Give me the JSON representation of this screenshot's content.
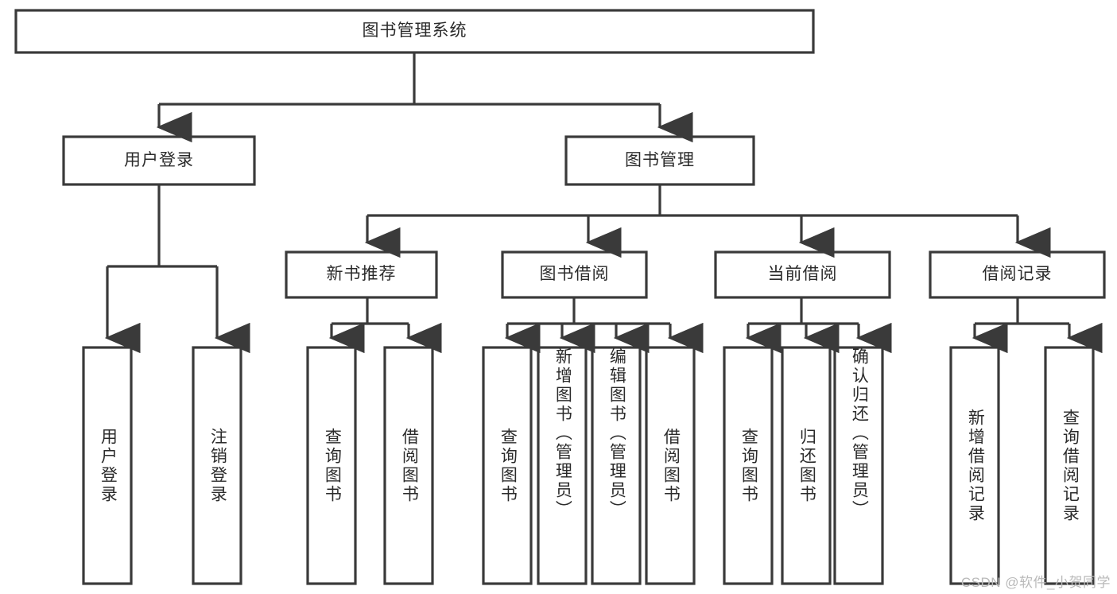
{
  "diagram": {
    "title": "图书管理系统",
    "type": "tree",
    "orientation": "top-down",
    "colors": {
      "box_stroke": "#3a3a3a",
      "box_fill": "#ffffff",
      "connector": "#3a3a3a",
      "text": "#2b2b2b",
      "watermark": "#b9b9b9",
      "background": "#ffffff"
    },
    "root": {
      "label": "图书管理系统"
    },
    "level2": [
      {
        "label": "用户登录"
      },
      {
        "label": "图书管理"
      }
    ],
    "level3": [
      {
        "label": "新书推荐"
      },
      {
        "label": "图书借阅"
      },
      {
        "label": "当前借阅"
      },
      {
        "label": "借阅记录"
      }
    ],
    "leaves": {
      "user_login": [
        {
          "label": "用户登录"
        },
        {
          "label": "注销登录"
        }
      ],
      "new_book_recommend": [
        {
          "label": "查询图书"
        },
        {
          "label": "借阅图书"
        }
      ],
      "book_borrow": [
        {
          "label": "查询图书"
        },
        {
          "label": "新增图书（管理员）"
        },
        {
          "label": "编辑图书（管理员）"
        },
        {
          "label": "借阅图书"
        }
      ],
      "current_borrow": [
        {
          "label": "查询图书"
        },
        {
          "label": "归还图书"
        },
        {
          "label": "确认归还（管理员）"
        }
      ],
      "borrow_record": [
        {
          "label": "新增借阅记录"
        },
        {
          "label": "查询借阅记录"
        }
      ]
    }
  },
  "watermark": {
    "text": "CSDN @软件_小贺同学"
  }
}
